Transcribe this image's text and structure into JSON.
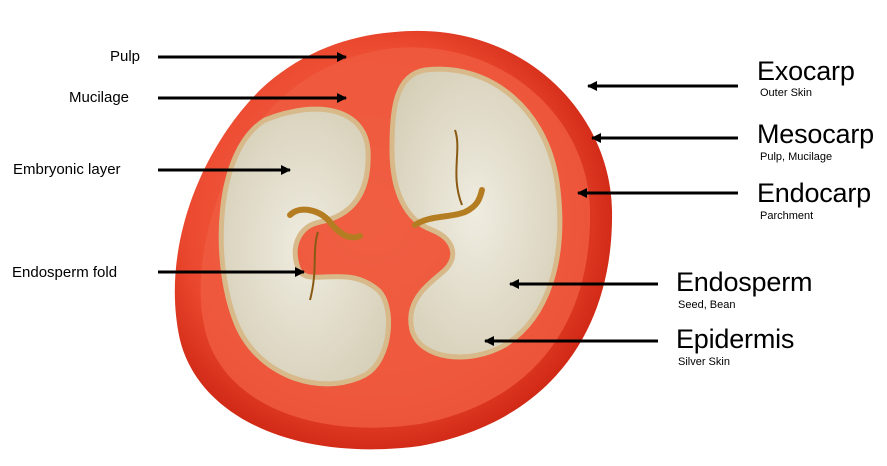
{
  "labels_left": [
    {
      "id": "pulp",
      "text": "Pulp"
    },
    {
      "id": "mucilage",
      "text": "Mucilage"
    },
    {
      "id": "embryonic",
      "text": "Embryonic layer"
    },
    {
      "id": "endosperm-fold",
      "text": "Endosperm fold"
    }
  ],
  "labels_right": [
    {
      "id": "exocarp",
      "title": "Exocarp",
      "subtitle": "Outer Skin"
    },
    {
      "id": "mesocarp",
      "title": "Mesocarp",
      "subtitle": "Pulp, Mucilage"
    },
    {
      "id": "endocarp",
      "title": "Endocarp",
      "subtitle": "Parchment"
    },
    {
      "id": "endosperm",
      "title": "Endosperm",
      "subtitle": "Seed, Bean"
    },
    {
      "id": "epidermis",
      "title": "Epidermis",
      "subtitle": "Silver Skin"
    }
  ],
  "colors": {
    "skin": "#e8311f",
    "skin_dark": "#c41f12",
    "pulp": "#f05a3c",
    "bean": "#e6e2d3",
    "bean_edge": "#d9c9a4",
    "fold": "#b8801f",
    "silver": "#f2b79c",
    "arrow": "#000000"
  }
}
